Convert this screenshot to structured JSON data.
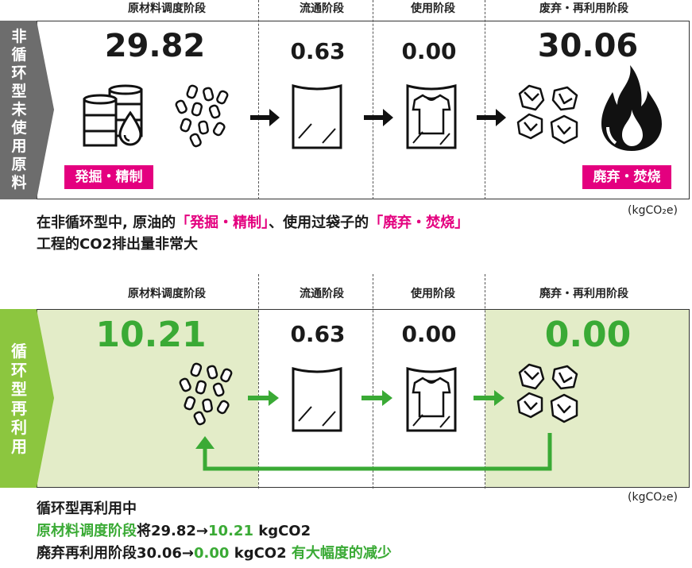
{
  "section1": {
    "side_label": "非循环型未使用原料",
    "stages": [
      "原材料调度阶段",
      "流通阶段",
      "使用阶段",
      "废弃・再利用阶段"
    ],
    "values": [
      "29.82",
      "0.63",
      "0.00",
      "30.06"
    ],
    "tag_left": "発掘・精制",
    "tag_right": "廃弃・焚烧",
    "unit": "(kgCO₂e)",
    "caption_line1_a": "在非循环型中, 原油的",
    "caption_line1_b": "「発掘・精制」",
    "caption_line1_c": "、使用过袋子的",
    "caption_line1_d": "「廃弃・焚烧」",
    "caption_line2": "工程的CO2排出量非常大"
  },
  "section2": {
    "side_label": "循环型再利用",
    "stages": [
      "原材料调度阶段",
      "流通阶段",
      "使用阶段",
      "廃弃・再利用阶段"
    ],
    "values": [
      "10.21",
      "0.63",
      "0.00",
      "0.00"
    ],
    "unit": "(kgCO₂e)",
    "caption_line1": "循环型再利用中",
    "caption_line2_a": "原材料调度阶段",
    "caption_line2_b": "将29.82→",
    "caption_line2_c": "10.21",
    "caption_line2_d": " kgCO2",
    "caption_line3_a": "廃弃再利用阶段30.06→",
    "caption_line3_b": "0.00",
    "caption_line3_c": " kgCO2 ",
    "caption_line3_d": "有大幅度的减少"
  },
  "colors": {
    "pink": "#e4007f",
    "green": "#3aaa35",
    "gray_tab": "#6d6d6d",
    "green_tab": "#8cc63f",
    "green_fill": "#e3ecc8"
  },
  "icons": [
    "oil-barrel-icon",
    "oil-drop-icon",
    "pellets-icon",
    "arrow-right-icon",
    "plastic-bag-icon",
    "bag-with-shirt-icon",
    "crumpled-bags-icon",
    "flame-icon",
    "return-arrow-icon"
  ]
}
